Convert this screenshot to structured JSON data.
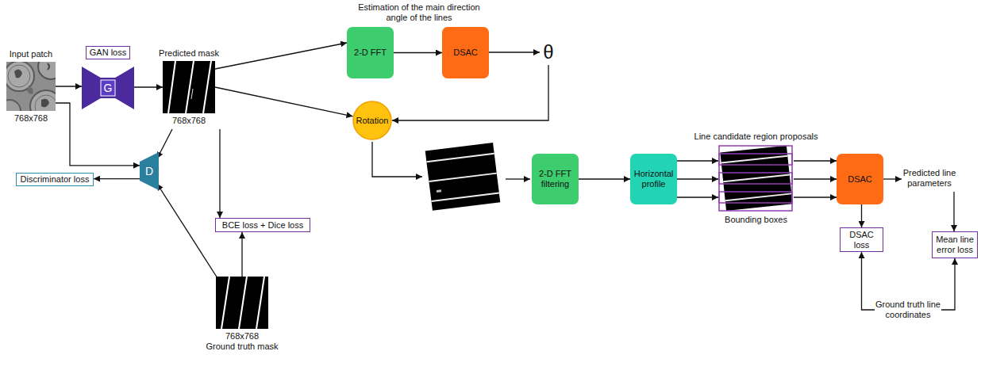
{
  "diagram": {
    "nodes": [
      {
        "text": [
          "Input patch",
          "768x768"
        ]
      },
      {
        "text": [
          "GAN loss"
        ]
      },
      {
        "text": [
          "G"
        ]
      },
      {
        "text": [
          "Predicted mask",
          "768x768"
        ]
      },
      {
        "text": [
          "D"
        ]
      },
      {
        "text": [
          "Discriminator loss"
        ]
      },
      {
        "text": [
          "BCE loss + Dice loss"
        ]
      },
      {
        "text": [
          "768x768",
          "Ground truth mask"
        ]
      },
      {
        "text": [
          "2-D FFT"
        ]
      },
      {
        "text": [
          "DSAC"
        ]
      },
      {
        "text": [
          "θ"
        ]
      },
      {
        "text": [
          "Rotation"
        ]
      },
      {
        "text": [
          "2-D FFT filtering"
        ]
      },
      {
        "text": [
          "Horizontal profile"
        ]
      },
      {
        "text": [
          "Line candidate region proposals",
          "Bounding boxes"
        ]
      },
      {
        "text": [
          "DSAC"
        ]
      },
      {
        "text": [
          "Predicted line parameters"
        ]
      },
      {
        "text": [
          "DSAC loss"
        ]
      },
      {
        "text": [
          "Mean line error loss"
        ]
      },
      {
        "text": [
          "Ground truth line coordinates"
        ]
      }
    ],
    "edges": [
      {
        "from": 0,
        "to": 2,
        "arrow": "to"
      },
      {
        "from": 2,
        "to": 3,
        "arrow": "to"
      },
      {
        "from": 0,
        "to": 4,
        "arrow": "to"
      },
      {
        "from": 3,
        "to": 4,
        "arrow": "to"
      },
      {
        "from": 7,
        "to": 4,
        "arrow": "to"
      },
      {
        "from": 4,
        "to": 5,
        "arrow": "to"
      },
      {
        "from": 3,
        "to": 6,
        "arrow": "to"
      },
      {
        "from": 7,
        "to": 6,
        "arrow": "to"
      },
      {
        "from": 3,
        "to": 8,
        "arrow": "to"
      },
      {
        "from": 8,
        "to": 9,
        "arrow": "to"
      },
      {
        "from": 9,
        "to": 10,
        "arrow": "to"
      },
      {
        "from": 10,
        "to": 11,
        "arrow": "to"
      },
      {
        "from": 3,
        "to": 11,
        "arrow": "to"
      },
      {
        "from": 12,
        "to": 13,
        "arrow": "to"
      },
      {
        "from": 13,
        "to": 14,
        "arrow": "to"
      },
      {
        "from": 13,
        "to": 14,
        "arrow": "to"
      },
      {
        "from": 13,
        "to": 14,
        "arrow": "to"
      },
      {
        "from": 14,
        "to": 15,
        "arrow": "to"
      },
      {
        "from": 14,
        "to": 15,
        "arrow": "to"
      },
      {
        "from": 14,
        "to": 15,
        "arrow": "to"
      },
      {
        "from": 15,
        "to": 16,
        "arrow": "to"
      },
      {
        "from": 15,
        "to": 17,
        "arrow": "to"
      },
      {
        "from": 16,
        "to": 18,
        "arrow": "to"
      },
      {
        "from": 19,
        "to": 17,
        "arrow": "to"
      },
      {
        "from": 19,
        "to": 18,
        "arrow": "to"
      }
    ],
    "labels": [
      "Estimation of the main direction angle of the lines"
    ]
  }
}
